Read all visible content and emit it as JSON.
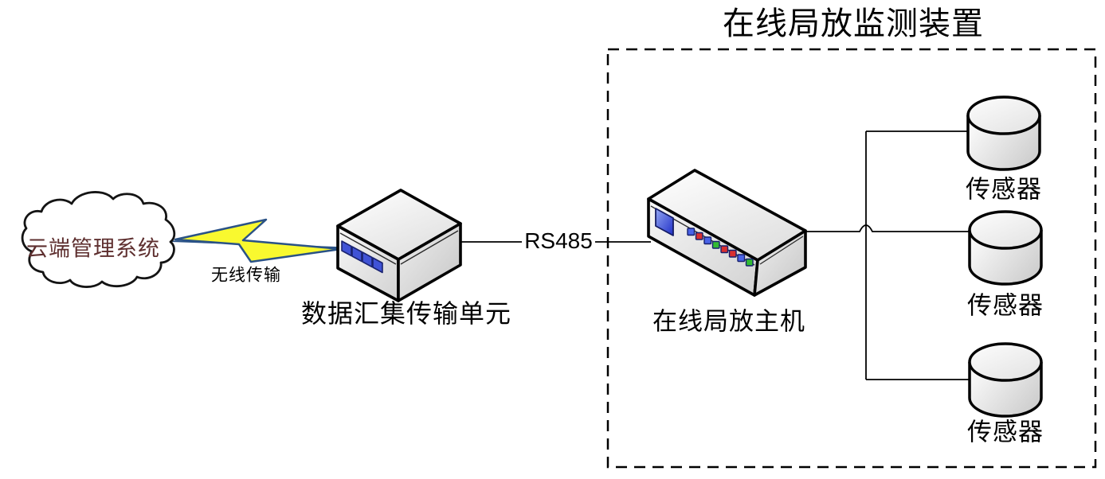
{
  "diagram": {
    "title": "在线局放监测装置",
    "cloud": {
      "label": "云端管理系统",
      "label_color": "#5E2F2F"
    },
    "wireless": {
      "label": "无线传输",
      "bolt_fill": "#F9F92F",
      "bolt_stroke": "#2A5286"
    },
    "dtu": {
      "label": "数据汇集传输单元",
      "button_color": "#4053D6",
      "button_count": 4
    },
    "link": {
      "label": "RS485"
    },
    "host": {
      "label": "在线局放主机",
      "screen_color": "#3D4FD8",
      "leds": [
        "#4A63E8",
        "#D93030",
        "#4A63E8",
        "#33BB33",
        "#D93030",
        "#D93030",
        "#4A63E8",
        "#33BB33"
      ]
    },
    "sensors": [
      {
        "label": "传感器"
      },
      {
        "label": "传感器"
      },
      {
        "label": "传感器"
      }
    ]
  }
}
